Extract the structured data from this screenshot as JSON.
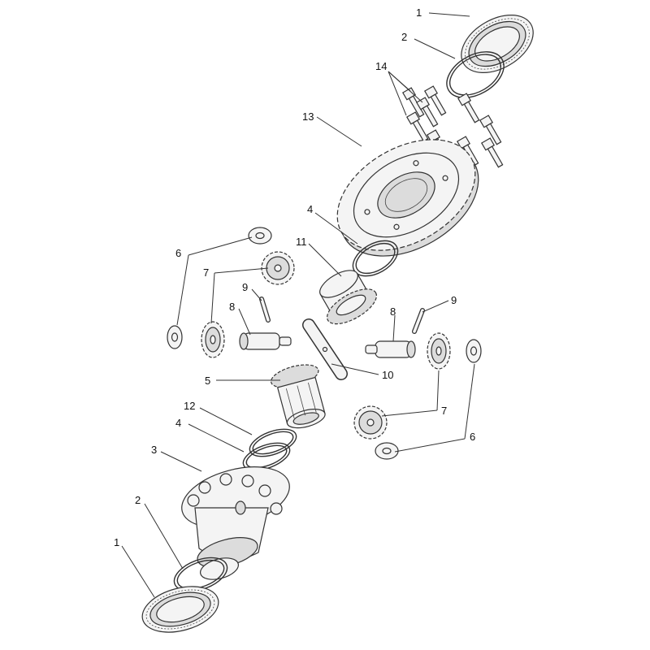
{
  "callouts": [
    {
      "id": "c1-top",
      "label": "1"
    },
    {
      "id": "c2-top",
      "label": "2"
    },
    {
      "id": "c14",
      "label": "14"
    },
    {
      "id": "c13",
      "label": "13"
    },
    {
      "id": "c4-top",
      "label": "4"
    },
    {
      "id": "c11",
      "label": "11"
    },
    {
      "id": "c6-left",
      "label": "6"
    },
    {
      "id": "c7-left",
      "label": "7"
    },
    {
      "id": "c9-left",
      "label": "9"
    },
    {
      "id": "c8-left",
      "label": "8"
    },
    {
      "id": "c8-right",
      "label": "8"
    },
    {
      "id": "c9-right",
      "label": "9"
    },
    {
      "id": "c10",
      "label": "10"
    },
    {
      "id": "c5",
      "label": "5"
    },
    {
      "id": "c7-right",
      "label": "7"
    },
    {
      "id": "c12",
      "label": "12"
    },
    {
      "id": "c6-right",
      "label": "6"
    },
    {
      "id": "c4-bottom",
      "label": "4"
    },
    {
      "id": "c3",
      "label": "3"
    },
    {
      "id": "c2-bottom",
      "label": "2"
    },
    {
      "id": "c1-bottom",
      "label": "1"
    }
  ]
}
